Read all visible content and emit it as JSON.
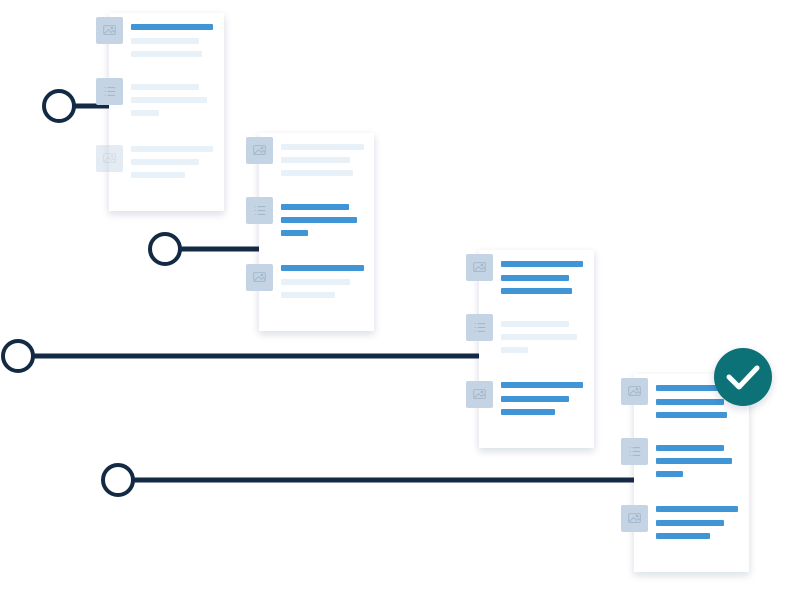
{
  "diagram": {
    "kind": "document-layout-progression",
    "status": "complete",
    "colors": {
      "connector": "#132a44",
      "text_bar_active": "#3f95d5",
      "text_bar_inactive": "#e8f0f8",
      "icon_tile": "#c5d4e4",
      "check_badge": "#117178",
      "card": "#ffffff"
    },
    "cards": [
      {
        "id": "card-1",
        "sections": [
          {
            "icon": "image-icon",
            "active": true
          },
          {
            "icon": "list-icon",
            "active": false
          },
          {
            "icon": "image-icon",
            "active": false,
            "faded": true
          }
        ]
      },
      {
        "id": "card-2",
        "sections": [
          {
            "icon": "image-icon",
            "active": false
          },
          {
            "icon": "list-icon",
            "active": true
          },
          {
            "icon": "image-icon",
            "active": true
          }
        ]
      },
      {
        "id": "card-3",
        "sections": [
          {
            "icon": "image-icon",
            "active": true
          },
          {
            "icon": "list-icon",
            "active": false
          },
          {
            "icon": "image-icon",
            "active": true
          }
        ]
      },
      {
        "id": "card-4",
        "sections": [
          {
            "icon": "image-icon",
            "active": true
          },
          {
            "icon": "list-icon",
            "active": true
          },
          {
            "icon": "image-icon",
            "active": true
          }
        ],
        "badge": "check-icon"
      }
    ]
  }
}
